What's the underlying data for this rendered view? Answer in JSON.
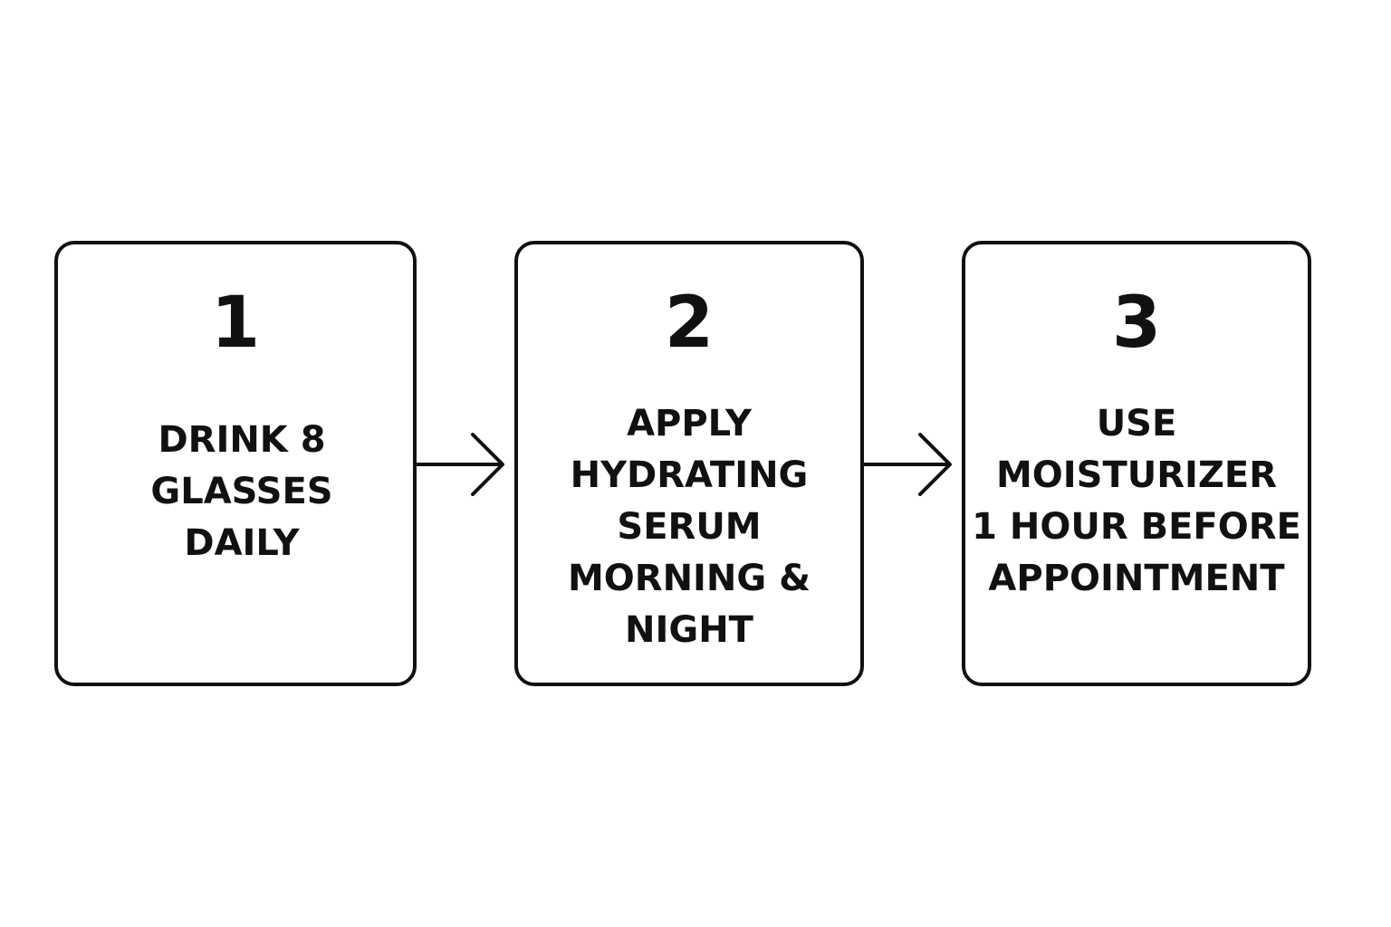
{
  "steps": [
    {
      "number": "1",
      "text": "DRINK 8\nGLASSES\nDAILY"
    },
    {
      "number": "2",
      "text": "APPLY\nHYDRATING\nSERUM\nMORNING &\nNIGHT"
    },
    {
      "number": "3",
      "text": "USE\nMOISTURIZER\n1 HOUR BEFORE\nAPPOINTMENT"
    }
  ],
  "colors": {
    "stroke": "#111111",
    "background": "#ffffff"
  },
  "icons": {
    "connector": "arrow-right-icon"
  }
}
